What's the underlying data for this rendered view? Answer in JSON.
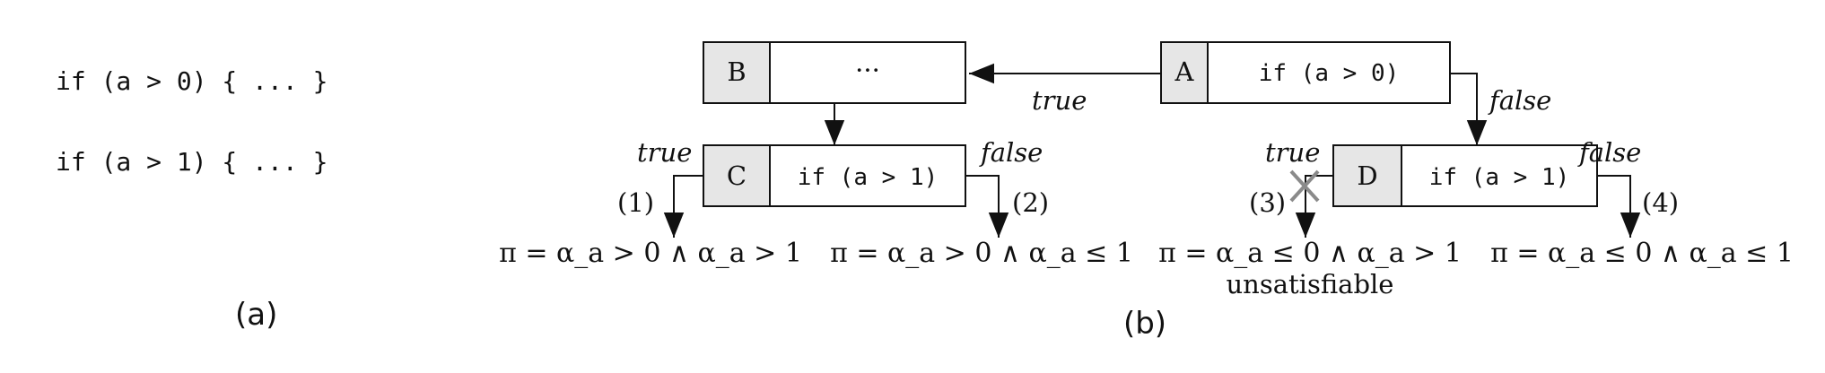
{
  "panel_a": {
    "line1": "if (a > 0) { ... }",
    "line2": "if (a > 1) { ... }",
    "caption": "(a)"
  },
  "panel_b": {
    "caption": "(b)",
    "nodes": {
      "A": {
        "id": "A",
        "code": "if (a > 0)"
      },
      "B": {
        "id": "B",
        "code": "···"
      },
      "C": {
        "id": "C",
        "code": "if (a > 1)"
      },
      "D": {
        "id": "D",
        "code": "if (a > 1)"
      }
    },
    "edge_labels": {
      "a_true": "true",
      "a_false": "false",
      "c_true": "true",
      "c_false": "false",
      "d_true": "true",
      "d_false": "false"
    },
    "path_numbers": [
      "(1)",
      "(2)",
      "(3)",
      "(4)"
    ],
    "constraints": [
      "π = α_a > 0 ∧ α_a > 1",
      "π = α_a > 0 ∧ α_a ≤ 1",
      "π = α_a ≤ 0 ∧ α_a > 1",
      "π = α_a ≤ 0 ∧ α_a ≤ 1"
    ],
    "unsat_label": "unsatisfiable",
    "colors": {
      "id_fill": "#e6e6e6",
      "unsat_cross": "#8a8a8a"
    }
  }
}
